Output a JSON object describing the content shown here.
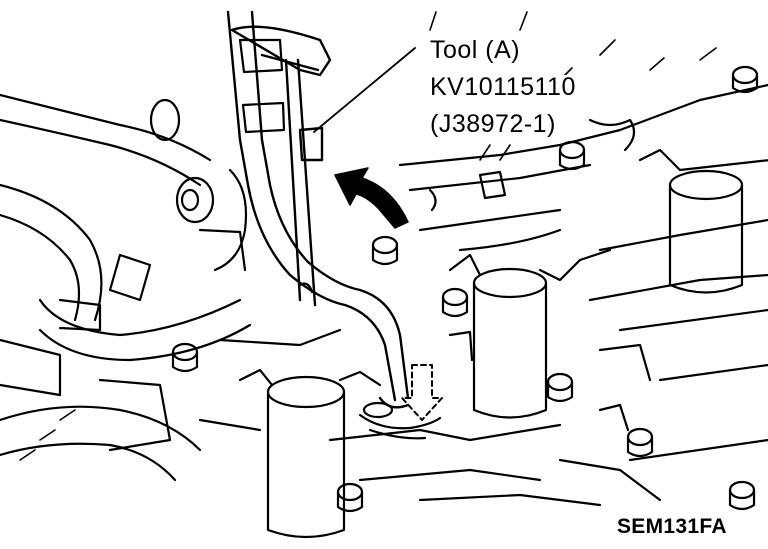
{
  "callout": {
    "line1": "Tool (A)",
    "line2": "KV10115110",
    "line3": "(J38972-1)"
  },
  "figure_code": "SEM131FA",
  "colors": {
    "ink": "#000000",
    "paper": "#ffffff"
  },
  "icons": {
    "rotation_arrow": "curved-arrow-icon",
    "push_arrow": "dashed-down-arrow-icon"
  }
}
